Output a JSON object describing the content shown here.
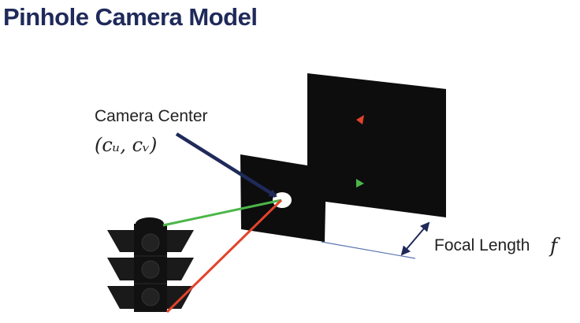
{
  "title": "Pinhole Camera Model",
  "labels": {
    "camera_center": "Camera Center",
    "camera_center_coords": "(cᵤ, cᵥ)",
    "focal_length": "Focal Length",
    "focal_symbol": "f"
  },
  "colors": {
    "title": "#1f2a5a",
    "arrow": "#1f2a5a",
    "ray_top": "#4cb648",
    "ray_bottom": "#e2432a",
    "plane": "#0d0d0d",
    "baseline": "#5a74b0"
  },
  "icons": [
    "traffic-light-icon"
  ]
}
